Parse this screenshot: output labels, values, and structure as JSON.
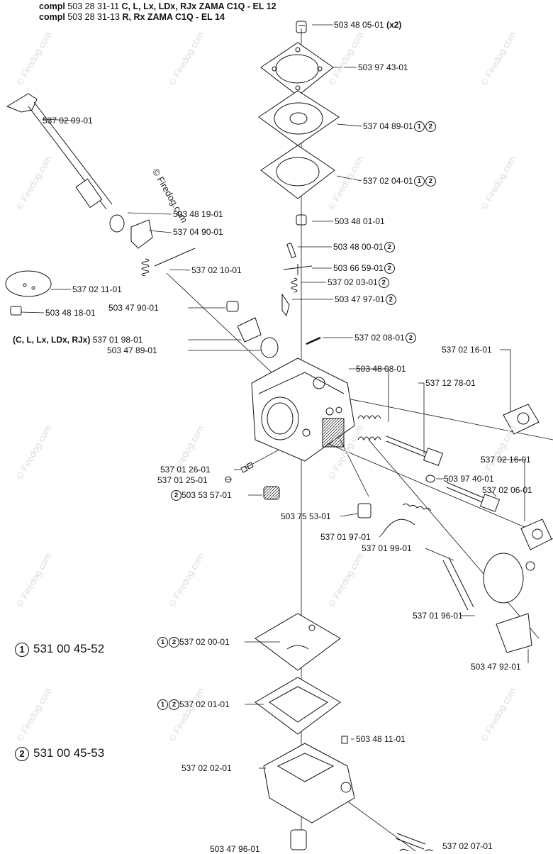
{
  "header": {
    "line1_prefix": "compl",
    "line1_code": "503 28 31-11",
    "line1_desc": "C, L, Lx, LDx, RJx ZAMA C1Q - EL 12",
    "line2_prefix": "compl",
    "line2_code": "503 28 31-13",
    "line2_desc": "R, Rx ZAMA C1Q - EL 14"
  },
  "copyright": "© Firedog.com",
  "watermark": "© Firedog.com",
  "legend": [
    {
      "marker": "1",
      "code": "531 00 45-52"
    },
    {
      "marker": "2",
      "code": "531 00 45-53"
    }
  ],
  "labels": {
    "l_503480501": "503 48 05-01",
    "l_503480501_qty": "(x2)",
    "l_503974301": "503 97 43-01",
    "l_537048901": "537 04 89-01",
    "l_537020401": "537 02 04-01",
    "l_537020901": "537 02 09-01",
    "l_503481901": "503 48 19-01",
    "l_537049001": "537 04 90-01",
    "l_503480101": "503 48 01-01",
    "l_503480001": "503 48 00-01",
    "l_537021001": "537 02 10-01",
    "l_503665901": "503 66 59-01",
    "l_537021101": "537 02 11-01",
    "l_537020301": "537 02 03-01",
    "l_503481801": "503 48 18-01",
    "l_503479001": "503 47 90-01",
    "l_503479701": "503 47 97-01",
    "l_537019801_pre": "(C, L, Lx, LDx, RJx)",
    "l_537019801": "537 01 98-01",
    "l_537020801": "537 02 08-01",
    "l_503478901": "503 47 89-01",
    "l_537021601a": "537 02 16-01",
    "l_503480801": "503 48 08-01",
    "l_537127801": "537 12 78-01",
    "l_537021601b": "537 02 16-01",
    "l_537012601": "537 01 26-01",
    "l_503974001": "503 97 40-01",
    "l_537012501": "537 01 25-01",
    "l_537020601": "537 02 06-01",
    "l_503535701": "503 53 57-01",
    "l_503755301": "503 75 53-01",
    "l_537019701": "537 01 97-01",
    "l_537019901": "537 01 99-01",
    "l_537019601": "537 01 96-01",
    "l_503479201": "503 47 92-01",
    "l_537020001": "537 02 00-01",
    "l_537020101": "537 02 01-01",
    "l_503481101": "503 48 11-01",
    "l_537020201": "537 02 02-01",
    "l_503479601": "503 47 96-01",
    "l_537020701": "537 02 07-01"
  },
  "markers": {
    "one": "1",
    "two": "2"
  }
}
